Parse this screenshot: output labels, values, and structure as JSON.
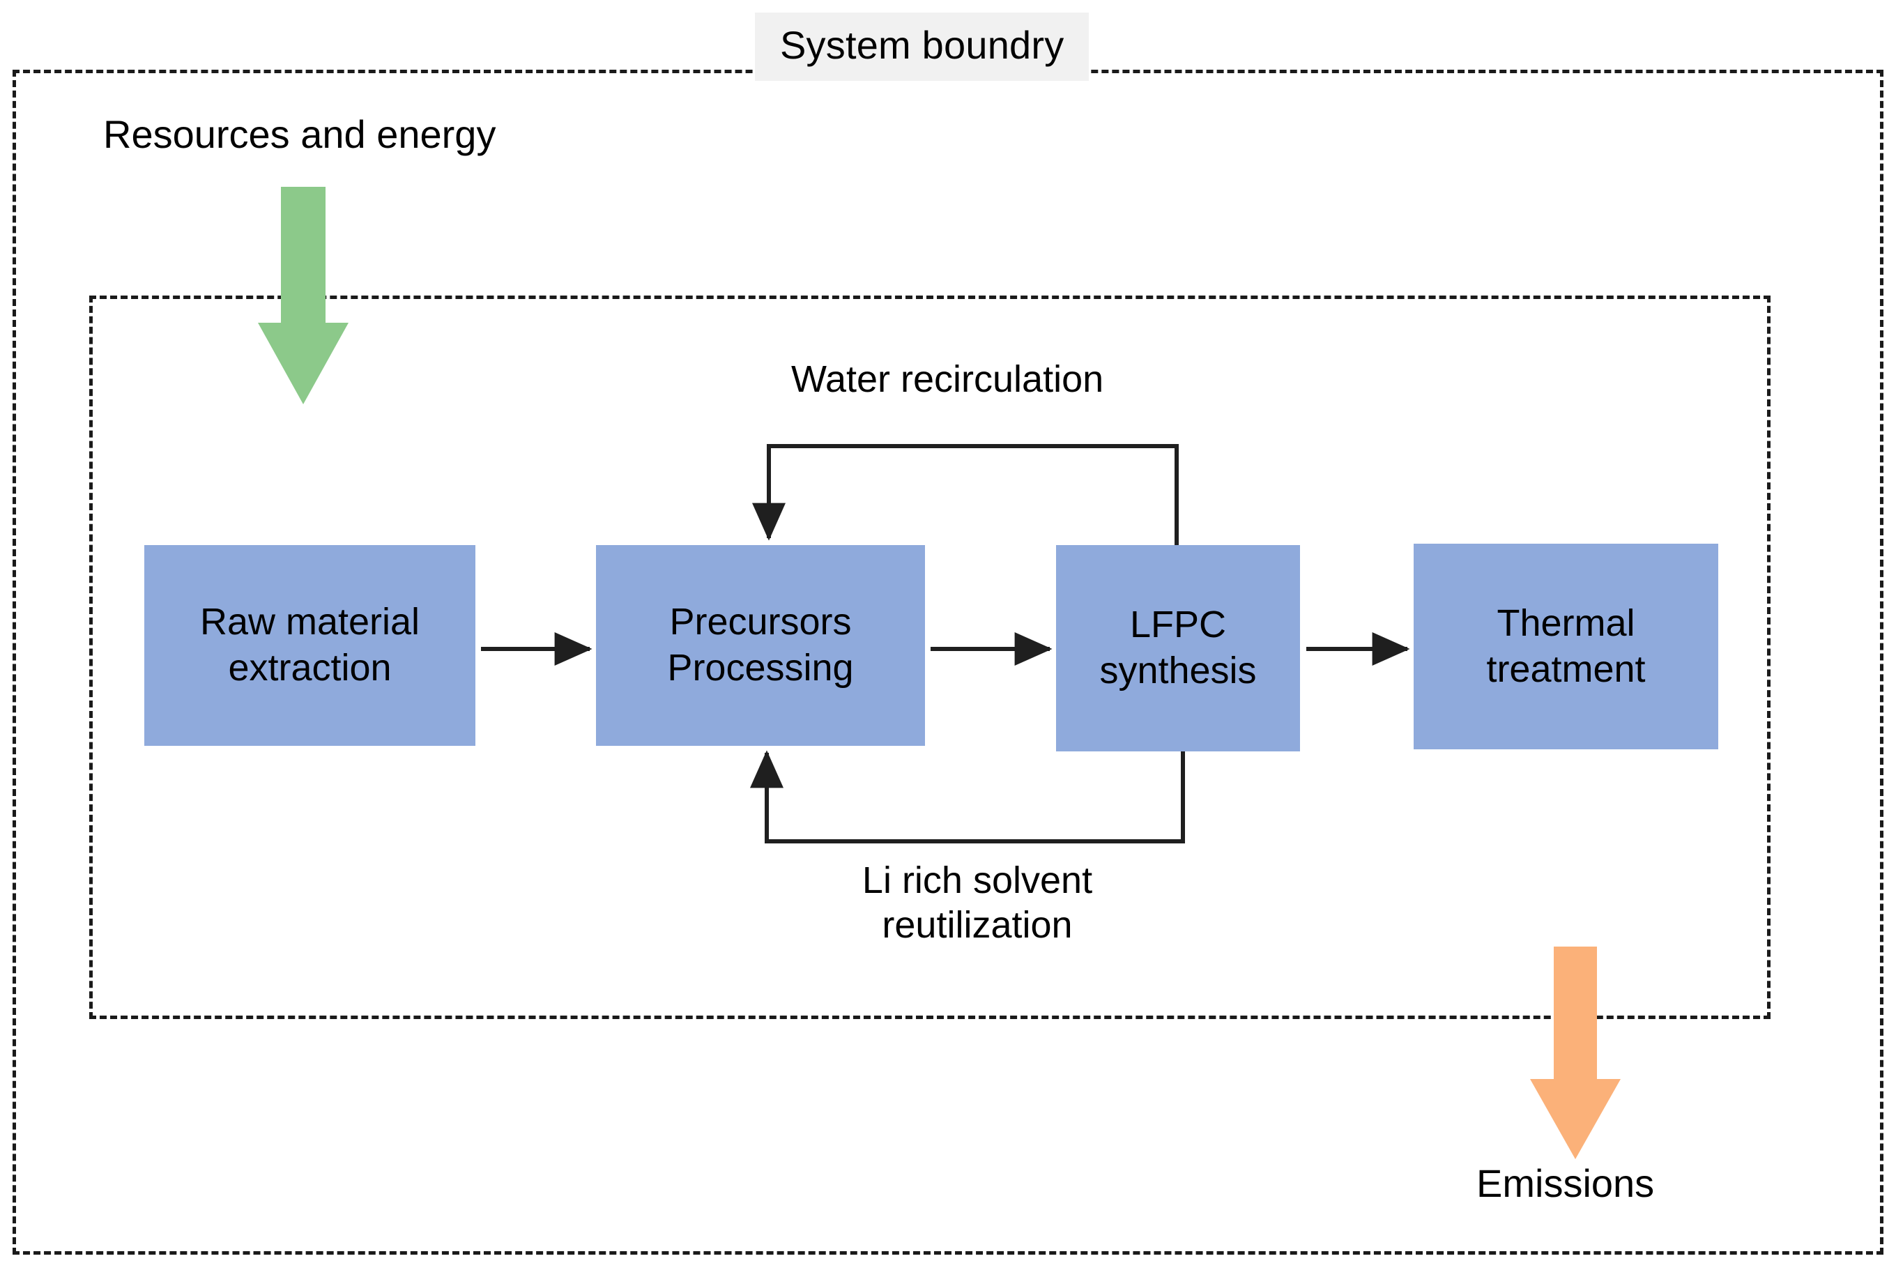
{
  "diagram": {
    "title": "System boundry",
    "type": "process-flow",
    "boundaries": [
      {
        "name": "system-boundary",
        "label": "System boundry",
        "style": "dashed"
      },
      {
        "name": "process-boundary",
        "label": "",
        "style": "dashed"
      }
    ],
    "inputs": [
      {
        "name": "resources-and-energy",
        "label": "Resources and energy",
        "arrow_color": "#8cc98a",
        "direction": "down"
      }
    ],
    "outputs": [
      {
        "name": "emissions",
        "label": "Emissions",
        "arrow_color": "#fbb179",
        "direction": "down"
      }
    ],
    "stages": [
      {
        "id": "raw-material-extraction",
        "line1": "Raw material",
        "line2": "extraction"
      },
      {
        "id": "precursors-processing",
        "line1": "Precursors",
        "line2": "Processing"
      },
      {
        "id": "lfpc-synthesis",
        "line1": "LFPC",
        "line2": "synthesis"
      },
      {
        "id": "thermal-treatment",
        "line1": "Thermal",
        "line2": "treatment"
      }
    ],
    "recirculation": [
      {
        "id": "water-recirculation",
        "label": "Water recirculation",
        "from": "lfpc-synthesis",
        "to": "precursors-processing",
        "path": "top"
      },
      {
        "id": "li-rich-solvent-reutilization",
        "label": "Li rich solvent reutilization",
        "line1": "Li rich solvent",
        "line2": "reutilization",
        "from": "lfpc-synthesis",
        "to": "precursors-processing",
        "path": "bottom"
      }
    ],
    "colors": {
      "box_fill": "#8faadc",
      "green_arrow": "#8cc98a",
      "orange_arrow": "#fbb179",
      "line": "#2b2b2b",
      "title_chip_bg": "#f1f1f1",
      "background": "#ffffff"
    }
  }
}
